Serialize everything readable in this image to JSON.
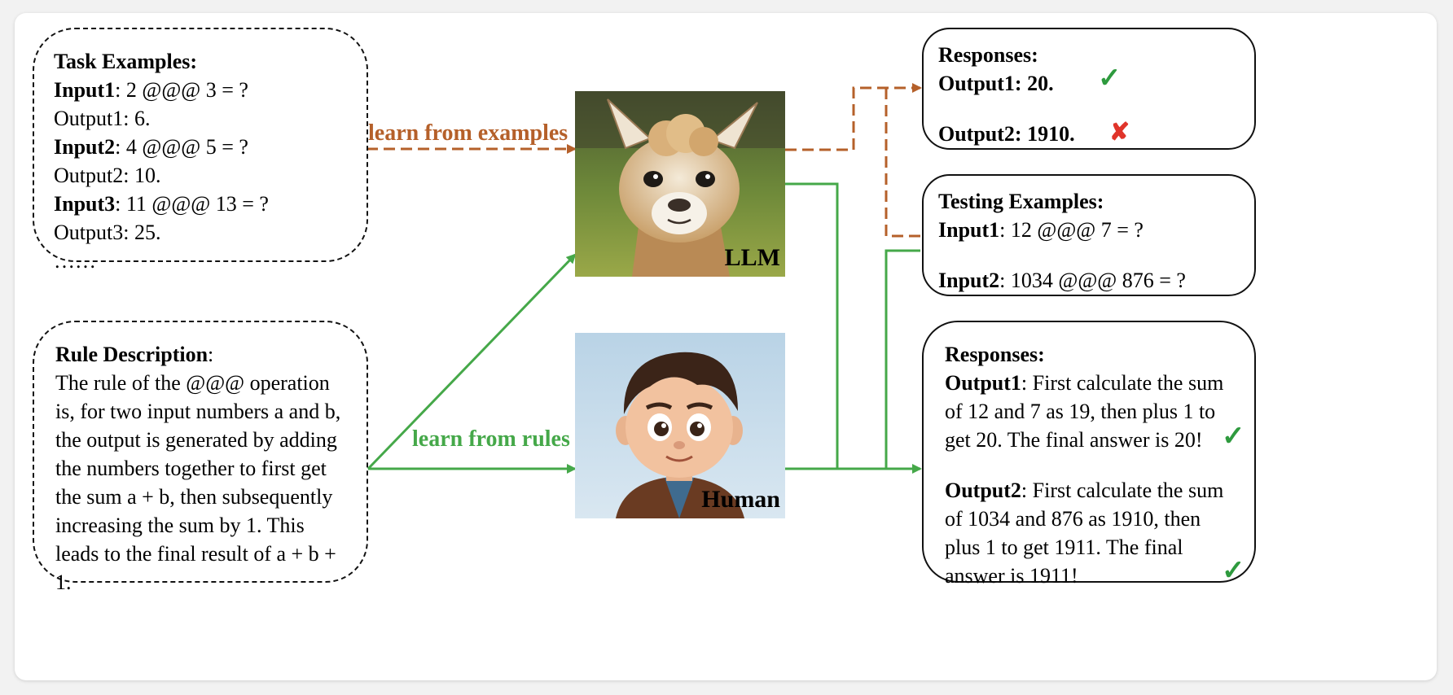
{
  "task_examples": {
    "title": "Task Examples:",
    "lines": [
      {
        "label": "Input1",
        "text": ": 2 @@@ 3 = ?"
      },
      {
        "label": "",
        "text": "Output1: 6."
      },
      {
        "label": "Input2",
        "text": ": 4 @@@ 5 = ?"
      },
      {
        "label": "",
        "text": "Output2: 10."
      },
      {
        "label": "Input3",
        "text": ": 11 @@@ 13 = ?"
      },
      {
        "label": "",
        "text": "Output3: 25."
      },
      {
        "label": "",
        "text": "……"
      }
    ]
  },
  "rule_description": {
    "title": "Rule Description",
    "title_suffix": ":",
    "lines": [
      "The rule of the @@@ operation",
      "is, for two input numbers a and b,",
      "the output is generated by adding",
      "the numbers together to first get",
      "the sum a + b, then subsequently",
      "increasing the sum by 1. This",
      "leads to the final result of a + b +",
      "1."
    ]
  },
  "edges": {
    "learn_examples": "learn from examples",
    "learn_rules": "learn from rules"
  },
  "llm": {
    "label": "LLM"
  },
  "human": {
    "label": "Human"
  },
  "llm_responses": {
    "title": "Responses:",
    "output1": "Output1: 20.",
    "output2": "Output2: 1910.",
    "mark1": "✓",
    "mark2": "✘"
  },
  "testing_examples": {
    "title": "Testing Examples:",
    "input1_label": "Input1",
    "input1_text": ": 12 @@@ 7 = ?",
    "input2_label": "Input2",
    "input2_text": ": 1034 @@@ 876 = ?"
  },
  "human_responses": {
    "title": "Responses:",
    "output1_label": "Output1",
    "output1_lines": [
      ": First calculate the sum",
      "of 12 and 7 as 19, then plus 1 to",
      "get 20. The final answer is 20!"
    ],
    "output2_label": "Output2",
    "output2_lines": [
      ": First calculate the sum",
      "of 1034 and 876 as 1910, then",
      "plus 1 to get 1911. The final",
      "answer is 1911!"
    ],
    "mark1": "✓",
    "mark2": "✓"
  },
  "colors": {
    "brown": "#b5602a",
    "green": "#45a849",
    "check": "#2e9a3e",
    "cross": "#e0342a"
  }
}
